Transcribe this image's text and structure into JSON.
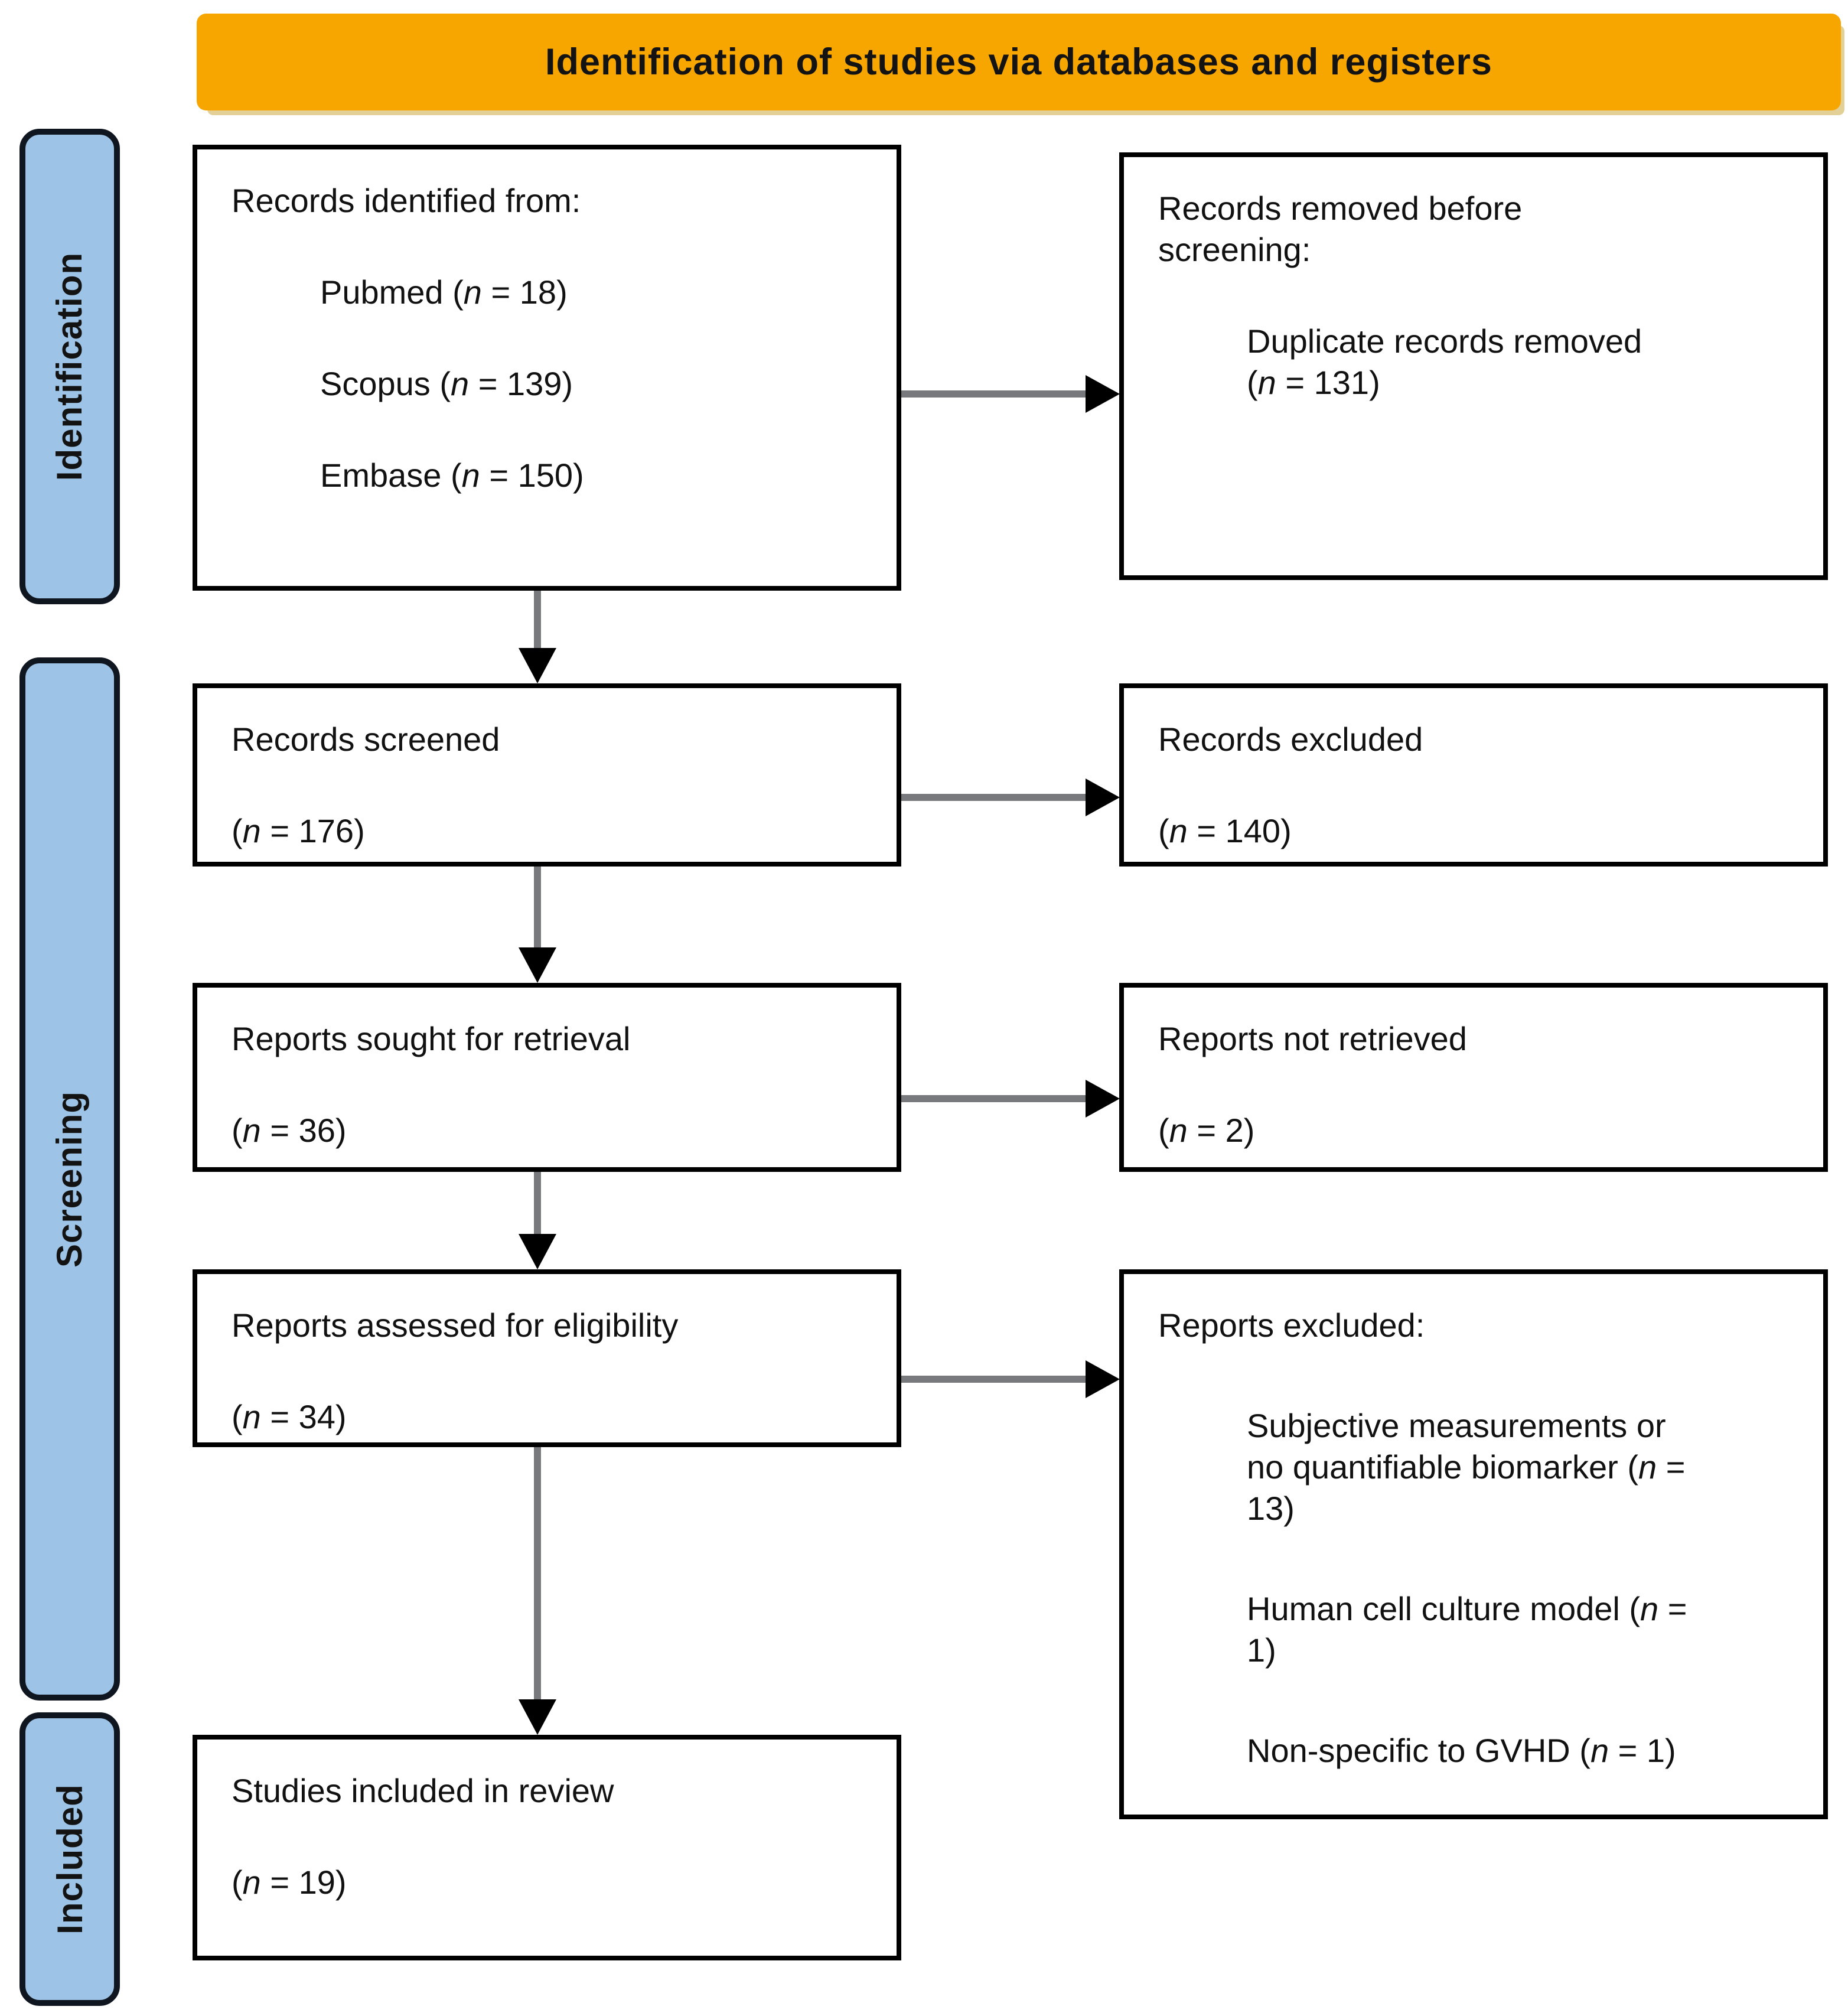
{
  "banner": {
    "label": "Identification of studies via databases and registers"
  },
  "stages": [
    {
      "label": "Identification"
    },
    {
      "label": "Screening"
    },
    {
      "label": "Included"
    }
  ],
  "colors": {
    "banner_bg": "#F7A600",
    "banner_shadow": "#E3D097",
    "stage_fill": "#9DC3E6",
    "stage_border": "#10161F",
    "box_border": "#000000",
    "arrow_shaft": "#77797C",
    "arrow_head": "#000000"
  },
  "boxes": {
    "records_identified": {
      "lines": [
        {
          "segs": [
            {
              "t": "Records identified from:"
            }
          ]
        },
        {
          "indent": 1,
          "segs": [
            {
              "t": "Pubmed ("
            },
            {
              "t": "n",
              "i": 1
            },
            {
              "t": " = 18)"
            }
          ]
        },
        {
          "indent": 1,
          "segs": [
            {
              "t": "Scopus ("
            },
            {
              "t": "n",
              "i": 1
            },
            {
              "t": " = 139)"
            }
          ]
        },
        {
          "indent": 1,
          "segs": [
            {
              "t": "Embase ("
            },
            {
              "t": "n",
              "i": 1
            },
            {
              "t": " = 150)"
            }
          ]
        }
      ]
    },
    "records_removed": {
      "lines": [
        {
          "segs": [
            {
              "t": "Records removed before"
            }
          ]
        },
        {
          "cont": 1,
          "segs": [
            {
              "t": "screening:"
            }
          ]
        },
        {
          "indent": 1,
          "segs": [
            {
              "t": "Duplicate records removed"
            }
          ]
        },
        {
          "indent": 1,
          "cont": 1,
          "segs": [
            {
              "t": "("
            },
            {
              "t": "n",
              "i": 1
            },
            {
              "t": " = 131)"
            }
          ]
        }
      ]
    },
    "records_screened": {
      "lines": [
        {
          "segs": [
            {
              "t": "Records screened"
            }
          ]
        },
        {
          "segs": [
            {
              "t": "("
            },
            {
              "t": "n",
              "i": 1
            },
            {
              "t": " = 176)"
            }
          ]
        }
      ]
    },
    "records_excluded": {
      "lines": [
        {
          "segs": [
            {
              "t": "Records excluded"
            }
          ]
        },
        {
          "segs": [
            {
              "t": "("
            },
            {
              "t": "n",
              "i": 1
            },
            {
              "t": " = 140)"
            }
          ]
        }
      ]
    },
    "reports_sought": {
      "lines": [
        {
          "segs": [
            {
              "t": "Reports sought for retrieval"
            }
          ]
        },
        {
          "segs": [
            {
              "t": "("
            },
            {
              "t": "n",
              "i": 1
            },
            {
              "t": " = 36)"
            }
          ]
        }
      ]
    },
    "reports_not_retrieved": {
      "lines": [
        {
          "segs": [
            {
              "t": "Reports not retrieved"
            }
          ]
        },
        {
          "segs": [
            {
              "t": "("
            },
            {
              "t": "n",
              "i": 1
            },
            {
              "t": " = 2)"
            }
          ]
        }
      ]
    },
    "reports_assessed": {
      "lines": [
        {
          "segs": [
            {
              "t": "Reports assessed for eligibility"
            }
          ]
        },
        {
          "segs": [
            {
              "t": "("
            },
            {
              "t": "n",
              "i": 1
            },
            {
              "t": " = 34)"
            }
          ]
        }
      ]
    },
    "reports_excluded": {
      "lines": [
        {
          "segs": [
            {
              "t": "Reports excluded:"
            }
          ]
        },
        {
          "indent": 1,
          "segs": [
            {
              "t": "Subjective measurements or"
            }
          ]
        },
        {
          "indent": 1,
          "cont": 1,
          "segs": [
            {
              "t": "no quantifiable biomarker ("
            },
            {
              "t": "n",
              "i": 1
            },
            {
              "t": " ="
            }
          ]
        },
        {
          "indent": 1,
          "cont": 1,
          "segs": [
            {
              "t": "13)"
            }
          ]
        },
        {
          "indent": 1,
          "segs": [
            {
              "t": "Human cell culture model ("
            },
            {
              "t": "n",
              "i": 1
            },
            {
              "t": " ="
            }
          ]
        },
        {
          "indent": 1,
          "cont": 1,
          "segs": [
            {
              "t": "1)"
            }
          ]
        },
        {
          "indent": 1,
          "segs": [
            {
              "t": "Non-specific to GVHD ("
            },
            {
              "t": "n",
              "i": 1
            },
            {
              "t": " = 1)"
            }
          ]
        }
      ]
    },
    "studies_included": {
      "lines": [
        {
          "segs": [
            {
              "t": "Studies included in review"
            }
          ]
        },
        {
          "segs": [
            {
              "t": "("
            },
            {
              "t": "n",
              "i": 1
            },
            {
              "t": " = 19)"
            }
          ]
        }
      ]
    }
  }
}
